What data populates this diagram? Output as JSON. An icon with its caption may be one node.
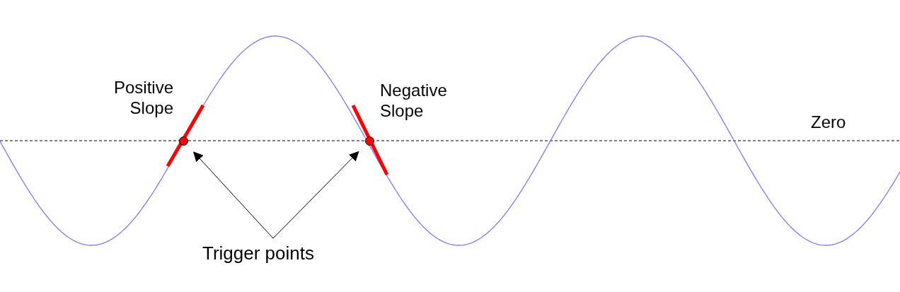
{
  "diagram": {
    "nodes": [
      {
        "text": [
          "Trigger points"
        ]
      },
      {
        "text": [],
        "shape": "circle"
      },
      {
        "text": [],
        "shape": "circle"
      }
    ],
    "edges": [
      {
        "from": 0,
        "to": 1,
        "arrow": "to"
      },
      {
        "from": 0,
        "to": 2,
        "arrow": "to"
      }
    ],
    "labels": [
      "Positive Slope",
      "Negative Slope",
      "Zero"
    ]
  }
}
